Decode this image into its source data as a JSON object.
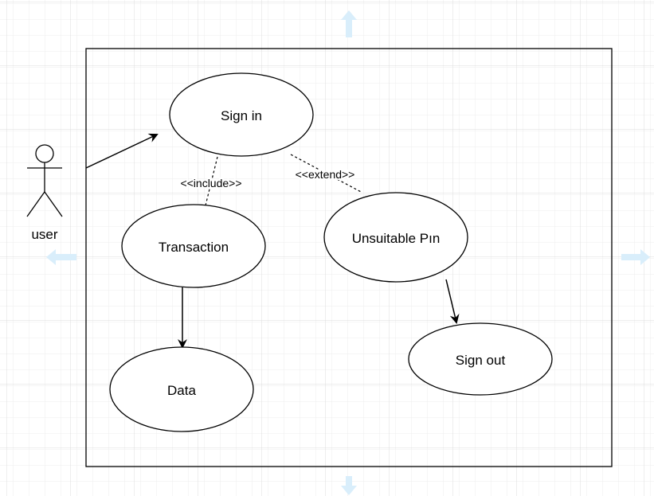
{
  "diagram": {
    "actor": {
      "label": "user"
    },
    "use_cases": {
      "sign_in": "Sign in",
      "transaction": "Transaction",
      "unsuitable_pin": "Unsuitable Pın",
      "data": "Data",
      "sign_out": "Sign out"
    },
    "relations": {
      "include": "<<include>>",
      "extend": "<<extend>>"
    }
  },
  "colors": {
    "grid_minor": "#eeeeee",
    "grid_major": "#dcdcdc",
    "handle_arrow": "#d9eefb",
    "stroke": "#000000"
  },
  "icons": {
    "handles": [
      "arrow-up-icon",
      "arrow-down-icon",
      "arrow-left-icon",
      "arrow-right-icon"
    ]
  }
}
